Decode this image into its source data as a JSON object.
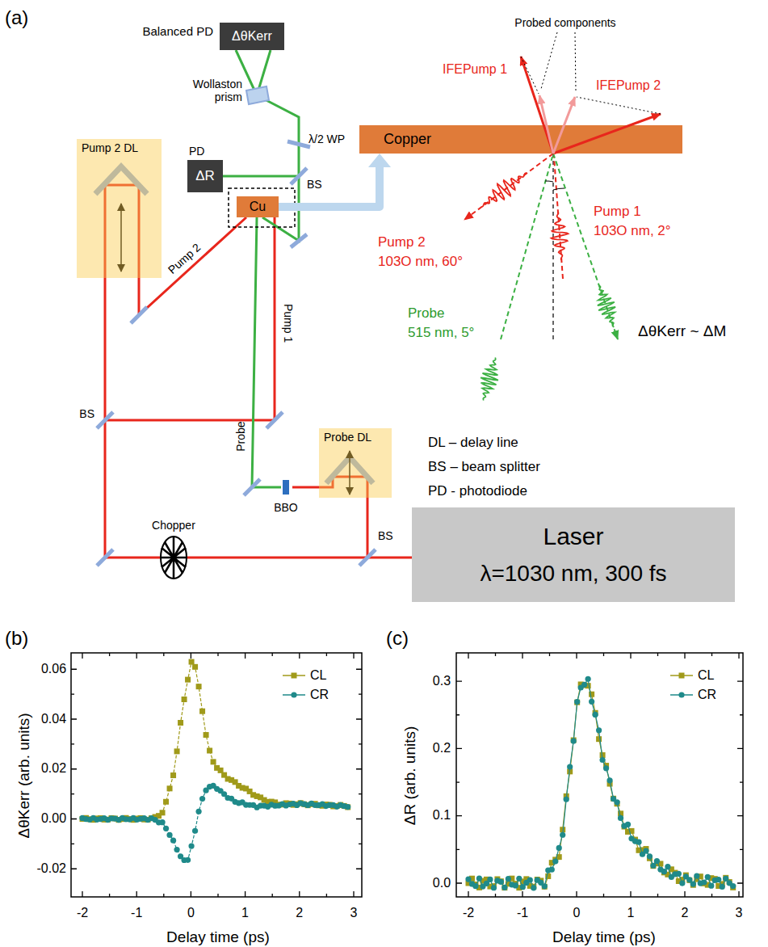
{
  "diagram": {
    "nodes": [
      {
        "text": [
          "Balanced PD",
          "ΔθKerr"
        ]
      },
      {
        "text": [
          "PD",
          "ΔR"
        ]
      },
      {
        "text": [
          "Cu"
        ]
      },
      {
        "text": [
          "Pump 2 DL"
        ]
      },
      {
        "text": [
          "Probe DL"
        ]
      },
      {
        "text": [
          "Laser",
          "λ=1030 nm, 300 fs"
        ]
      },
      {
        "text": [
          "Copper"
        ]
      }
    ],
    "edges": [
      {
        "from": 2,
        "to": 6,
        "arrow": "to"
      }
    ],
    "labels": [
      "(a)",
      "Wollaston prism",
      "λ/2 WP",
      "BS",
      "Pump 2",
      "Pump 1",
      "Probe",
      "BS",
      "BBO",
      "Chopper",
      "BS",
      "DL – delay line",
      "BS – beam splitter",
      "PD - photodiode",
      "Probed components",
      "IFEPump 1",
      "IFEPump 2",
      "Pump 2",
      "103O nm, 60°",
      "Pump 1",
      "103O nm, 2°",
      "Probe",
      "515 nm, 5°",
      "ΔθKerr ~ ΔM",
      "(b)",
      "ΔθKerr (arb. units)",
      "0.06",
      "0.04",
      "0.02",
      "0.00",
      "-0.02",
      "-2",
      "-1",
      "0",
      "1",
      "2",
      "3",
      "Delay time (ps)",
      "(c)",
      "ΔR (arb. units)",
      "0.3",
      "0.2",
      "0.1",
      "0.0",
      "-2",
      "-1",
      "0",
      "1",
      "2",
      "3",
      "Delay time (ps)"
    ],
    "legend": [
      {
        "text": "CL"
      },
      {
        "text": "CR"
      },
      {
        "text": "CL"
      },
      {
        "text": "CR"
      }
    ]
  }
}
